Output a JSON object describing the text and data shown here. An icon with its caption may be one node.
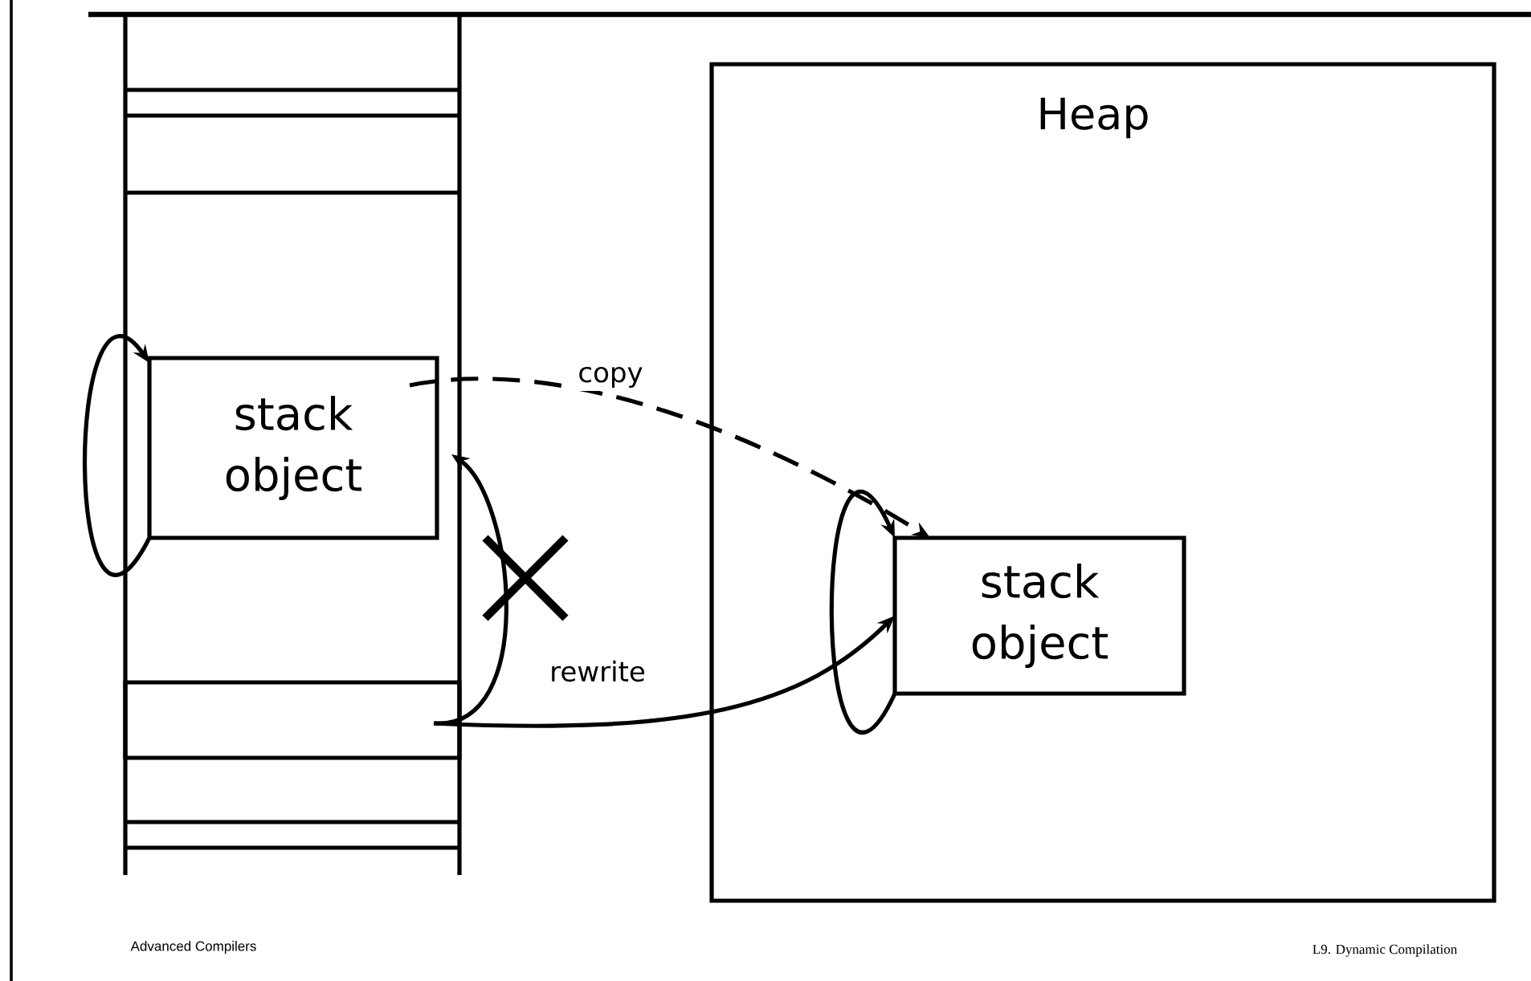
{
  "diagram": {
    "nodes": [
      {
        "text": [
          "stack object"
        ]
      },
      {
        "text": [
          "Heap"
        ]
      },
      {
        "text": [
          "stack object"
        ],
        "in": 1
      },
      {
        "text": [],
        "shape": "box"
      }
    ],
    "edges": [
      {
        "from": 0,
        "to": 2,
        "arrow": "to",
        "label": "copy",
        "style": "dashed"
      },
      {
        "from": 0,
        "to": 0,
        "arrow": "to"
      },
      {
        "from": 2,
        "to": 2,
        "arrow": "to"
      },
      {
        "from": 3,
        "to": 0,
        "arrow": "to"
      },
      {
        "from": 3,
        "to": 2,
        "arrow": "to",
        "label": "rewrite"
      }
    ],
    "labels": [
      "Advanced Compilers",
      "L9. Dynamic Compilation"
    ]
  }
}
